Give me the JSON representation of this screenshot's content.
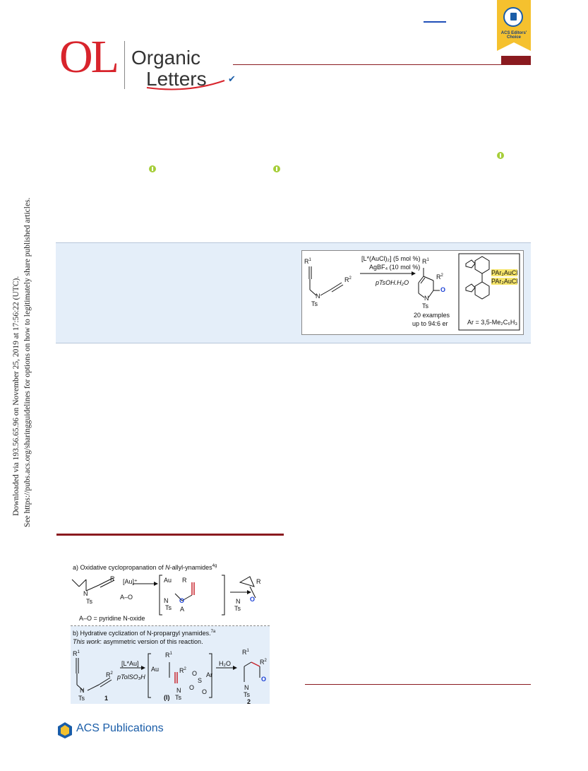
{
  "journal": {
    "logo_letters": "OL",
    "name_line1": "Organic",
    "name_line2": "Letters"
  },
  "ribbon": {
    "label": "ACS Editors' Choice"
  },
  "side_notice": {
    "line1": "Downloaded via 193.56.65.96 on November 25, 2019 at 17:56:22 (UTC).",
    "line2": "See https://pubs.acs.org/sharingguidelines for options on how to legitimately share published articles."
  },
  "toc_graphic": {
    "r1": "R",
    "r1_sup": "1",
    "r2": "R",
    "r2_sup": "2",
    "ts": "Ts",
    "n": "N",
    "catalyst": "[L*(AuCl)₂] (5 mol %)",
    "silver": "AgBF₄ (10 mol %)",
    "acid": "pTsOH.H₂O",
    "examples": "20 examples",
    "er": "up to 94:6 er",
    "ligand_group1": "PAr₂AuCl",
    "ligand_group2": "PAr₂AuCl",
    "ar_def": "Ar = 3,5-Me₂C₆H₃"
  },
  "scheme": {
    "a_title": "a) Oxidative cyclopropanation of ",
    "a_title_italic": "N",
    "a_title_rest": "-allyl-ynamides",
    "a_ref": "4g",
    "a_reagent": "[Au]⁺",
    "a_oxidant": "A–O",
    "a_note": "= pyridine N-oxide",
    "b_title": "b) Hydrative cyclization of N-propargyl ynamides.",
    "b_ref": "7a",
    "b_subtitle_italic": "This work",
    "b_subtitle_rest": ": asymmetric version of this reaction.",
    "b_reagent1": "[L*Au]",
    "b_reagent2": "pTolSO₃H",
    "b_water": "H₂O",
    "compound1": "1",
    "intermediate": "(I)",
    "compound2": "2",
    "ar": "Ar",
    "au": "Au"
  },
  "footer": {
    "publisher": "ACS Publications"
  },
  "colors": {
    "brand_red": "#d8242c",
    "rule_red": "#8a1a1f",
    "abstract_bg": "#e4eef9",
    "ribbon_gold": "#f5c12e",
    "acs_blue": "#1a5da8",
    "orcid_green": "#a6ce39"
  }
}
